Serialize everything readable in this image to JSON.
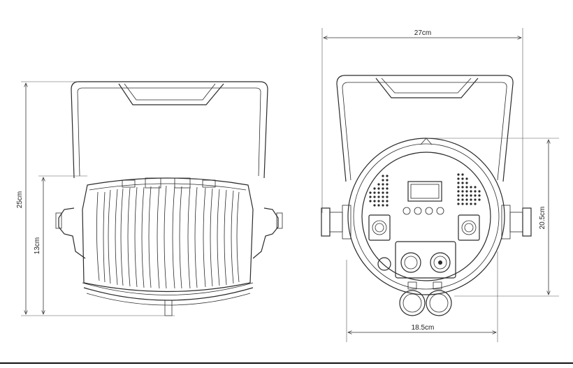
{
  "dimensions": {
    "height_total": "25cm",
    "height_body": "13cm",
    "width_total": "27cm",
    "height_front": "20.5cm",
    "width_front": "18.5cm"
  },
  "colors": {
    "line": "#2a2a2a",
    "background": "#ffffff"
  }
}
